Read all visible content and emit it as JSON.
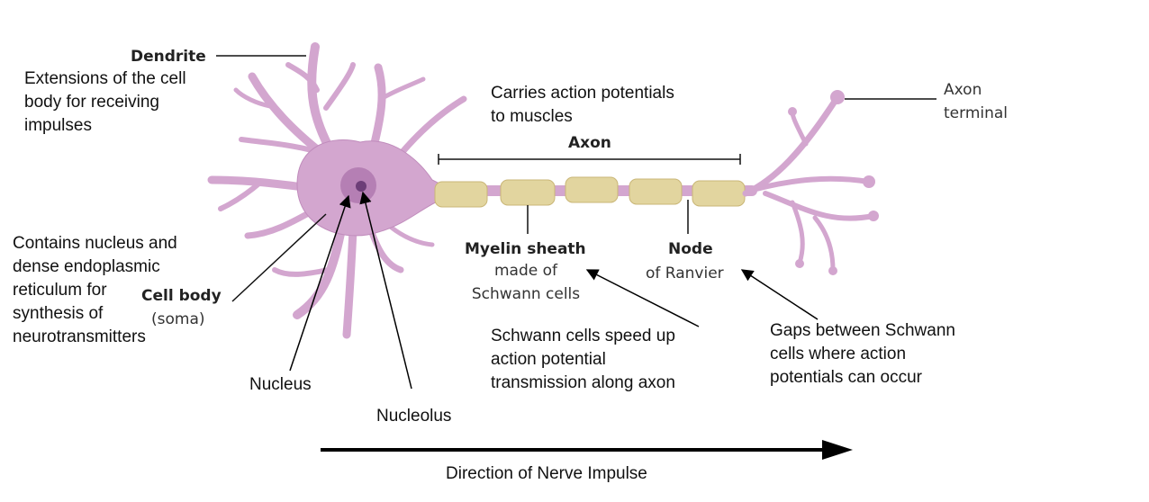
{
  "labels": {
    "dendrite": "Dendrite",
    "dendrite_desc": "Extensions of the cell\nbody for receiving\nimpulses",
    "axon_desc": "Carries action potentials\nto muscles",
    "axon": "Axon",
    "axon_terminal": "Axon\nterminal",
    "cell_body_desc": "Contains nucleus and\ndense endoplasmic\nreticulum for\nsynthesis of\nneurotransmitters",
    "cell_body": "Cell body",
    "soma": "(soma)",
    "myelin_sheath": "Myelin sheath",
    "myelin_sub": "made of\nSchwann cells",
    "node": "Node",
    "node_sub": "of Ranvier",
    "schwann_desc": "Schwann cells speed up\naction potential\ntransmission along axon",
    "gaps_desc": "Gaps between Schwann\ncells where action\npotentials can occur",
    "nucleus": "Nucleus",
    "nucleolus": "Nucleolus",
    "direction": "Direction of Nerve Impulse"
  },
  "colors": {
    "neuron": "#d3a6cf",
    "neuron_edge": "#c08cbc",
    "nucleus": "#b57fb4",
    "nucleolus": "#6d3e78",
    "myelin": "#e2d59f",
    "myelin_edge": "#c9b677",
    "arrow": "#000000"
  }
}
